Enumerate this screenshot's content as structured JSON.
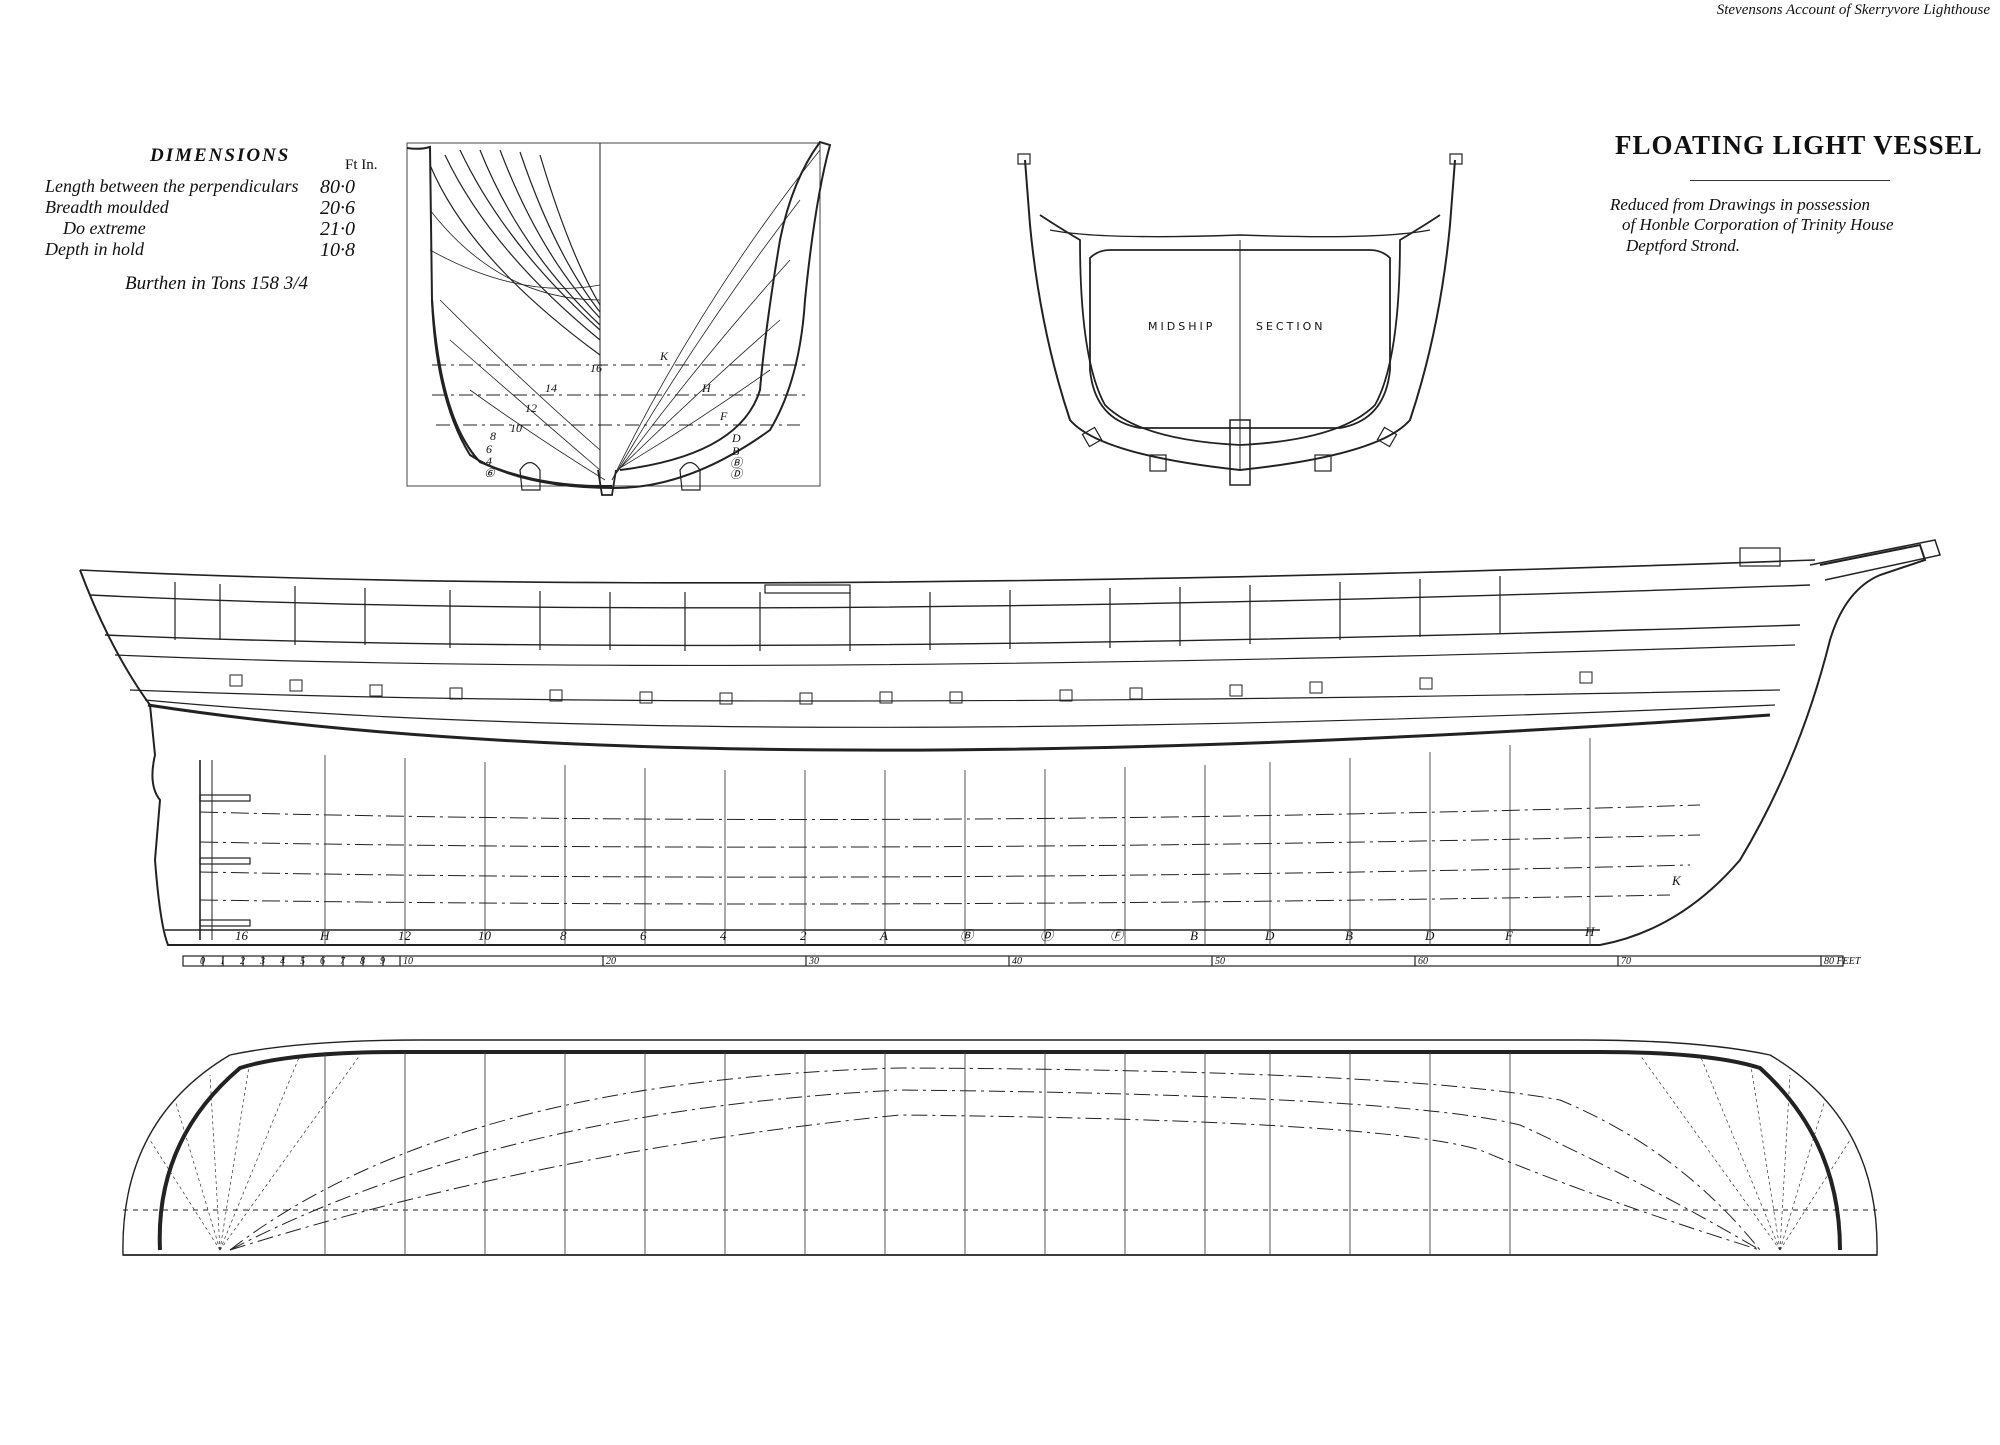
{
  "header_note": "Stevensons Account of Skerryvore Lighthouse",
  "title": "FLOATING LIGHT VESSEL",
  "credit_lines": [
    "Reduced from Drawings in possession",
    "of Honble Corporation of Trinity House",
    "Deptford Strond."
  ],
  "dimensions": {
    "heading": "DIMENSIONS",
    "unit_header": "Ft In.",
    "rows": [
      {
        "label": "Length between the perpendiculars",
        "value": "80·0"
      },
      {
        "label": "Breadth moulded",
        "value": "20·6"
      },
      {
        "label": "Do extreme",
        "value": "21·0"
      },
      {
        "label": "Depth in hold",
        "value": "10·8"
      }
    ],
    "burthen": "Burthen in Tons 158 3/4"
  },
  "body_plan": {
    "left_labels": [
      "16",
      "14",
      "12",
      "10",
      "8",
      "6",
      "4",
      "⑥"
    ],
    "right_labels": [
      "K",
      "H",
      "F",
      "D",
      "B",
      "Ⓑ",
      "Ⓓ"
    ]
  },
  "midship_section": {
    "label_left": "MIDSHIP",
    "label_right": "SECTION"
  },
  "sheer_plan": {
    "station_labels": [
      "16",
      "H",
      "12",
      "10",
      "8",
      "6",
      "4",
      "2",
      "A",
      "Ⓑ",
      "Ⓓ",
      "Ⓕ",
      "B",
      "D",
      "B",
      "D",
      "F",
      "H"
    ],
    "bow_label": "K"
  },
  "scale_bar": {
    "labels": [
      "0",
      "1",
      "2",
      "3",
      "4",
      "5",
      "6",
      "7",
      "8",
      "9",
      "10",
      "20",
      "30",
      "40",
      "50",
      "60",
      "70",
      "80 FEET"
    ]
  }
}
